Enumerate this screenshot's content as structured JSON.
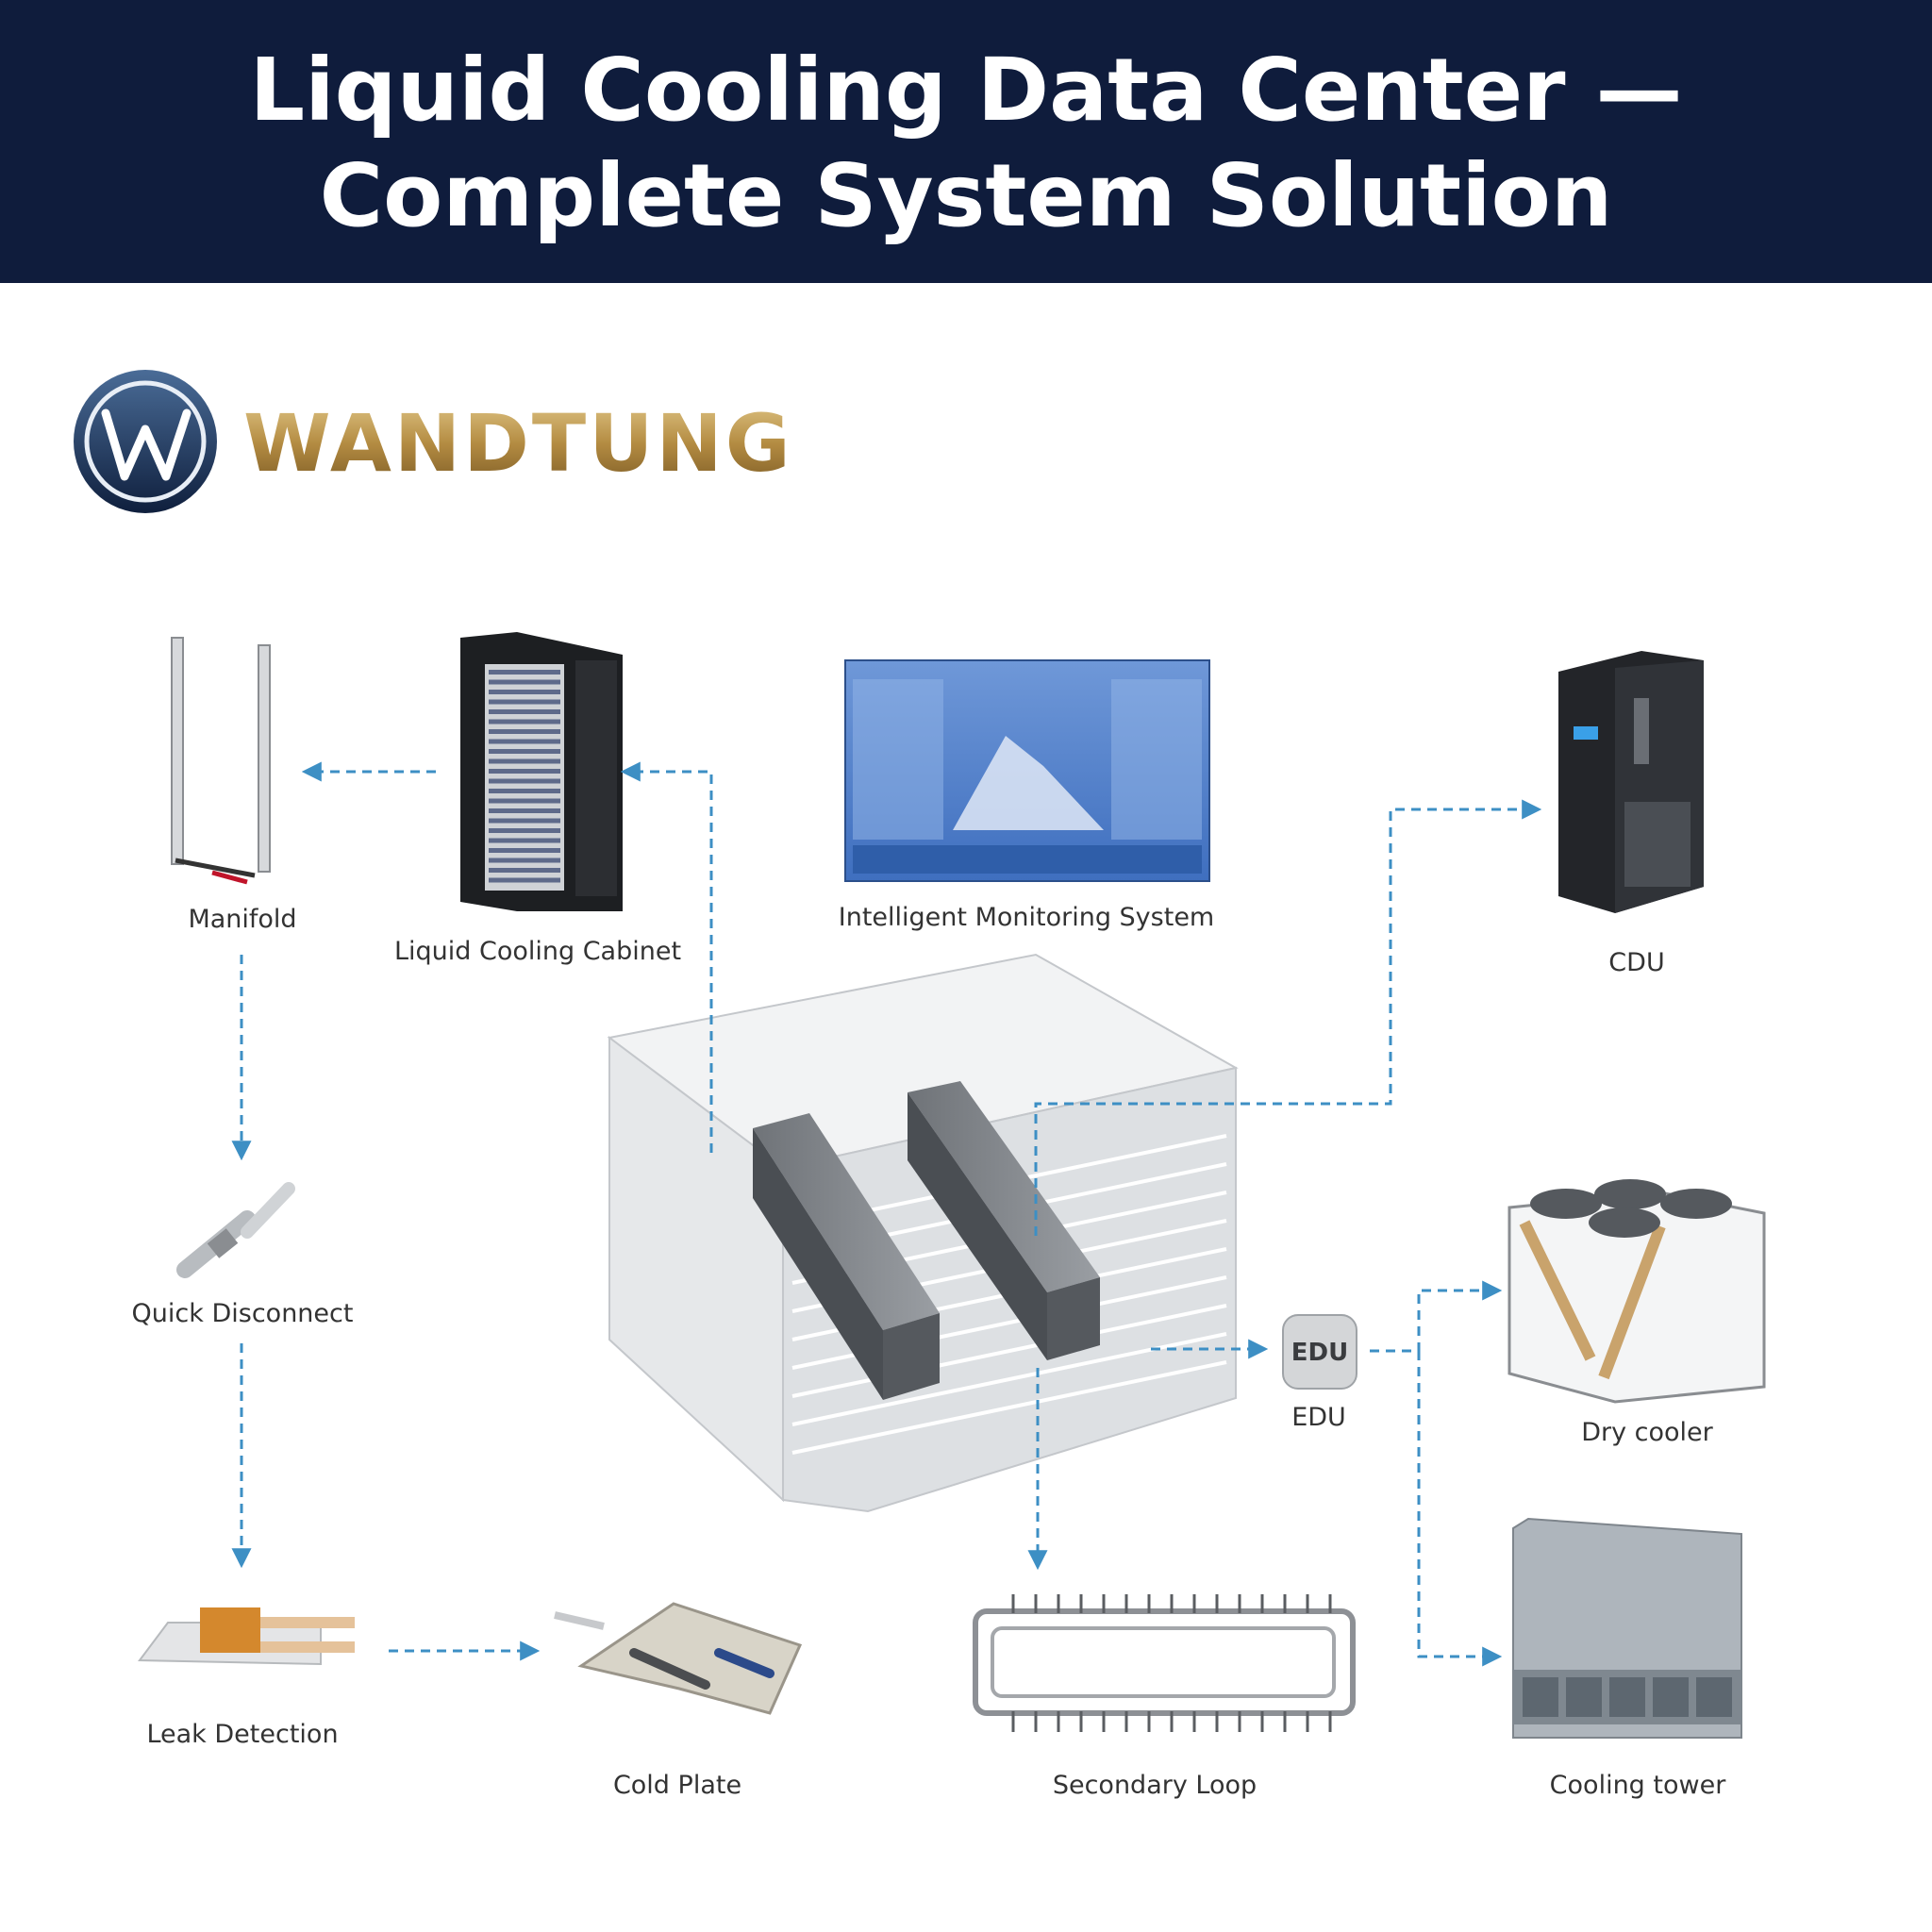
{
  "banner": {
    "title_line1": "Liquid Cooling Data Center —",
    "title_line2": "Complete System Solution",
    "background_color": "#0f1c3c"
  },
  "brand": {
    "name": "WANDTUNG",
    "logo_icon": "w-monogram-logo"
  },
  "components": {
    "manifold": "Manifold",
    "liquid_cooling_cabinet": "Liquid Cooling Cabinet",
    "intelligent_monitoring_system": "Intelligent Monitoring System",
    "cdu": "CDU",
    "quick_disconnect": "Quick Disconnect",
    "edu_badge": "EDU",
    "edu": "EDU",
    "dry_cooler": "Dry cooler",
    "leak_detection": "Leak Detection",
    "cold_plate": "Cold Plate",
    "secondary_loop": "Secondary Loop",
    "cooling_tower": "Cooling tower"
  },
  "colors": {
    "connector": "#3d8fc4",
    "brand_gold": "#b48c42"
  }
}
